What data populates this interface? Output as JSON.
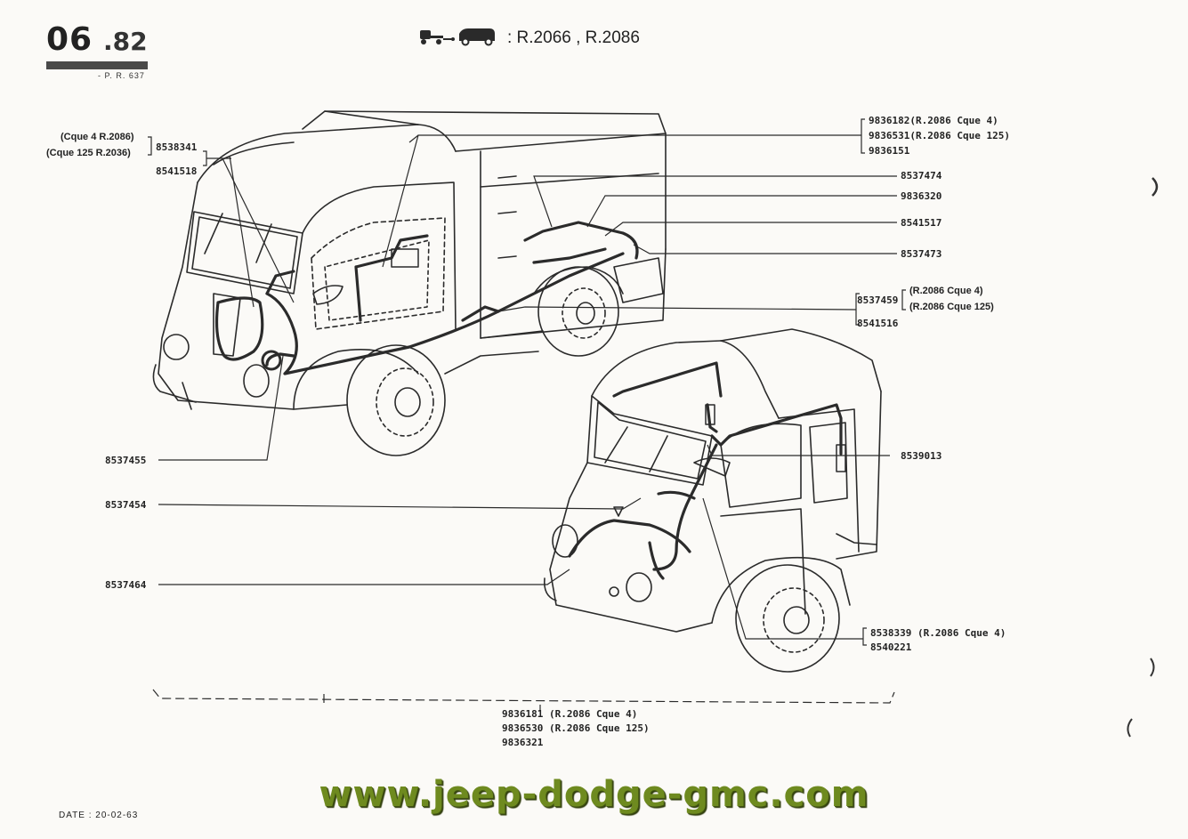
{
  "header": {
    "section_number": "06",
    "section_sub": ".82",
    "reference": "- P. R. 637",
    "models": ": R.2066 , R.2086"
  },
  "callouts_left": {
    "top_group": {
      "note_1": "(Cque 4 R.2086)",
      "note_2": "(Cque 125 R.2036)",
      "part_1": "8538341",
      "part_2": "8541518"
    },
    "part_8537455": "8537455",
    "part_8537454": "8537454",
    "part_8537464": "8537464"
  },
  "callouts_right": {
    "group_a": {
      "line_1": "9836182(R.2086 Cque 4)",
      "line_2": "9836531(R.2086 Cque 125)",
      "line_3": "9836151"
    },
    "part_8537474": "8537474",
    "part_9836320": "9836320",
    "part_8541517": "8541517",
    "part_8537473": "8537473",
    "group_b": {
      "part_1": "8537459",
      "part_2": "8541516",
      "note_1": "(R.2086 Cque 4)",
      "note_2": "(R.2086 Cque 125)"
    },
    "part_8539013": "8539013",
    "group_c": {
      "line_1": "8538339 (R.2086 Cque 4)",
      "line_2": "8540221"
    }
  },
  "callouts_bottom": {
    "line_1": "9836181 (R.2086 Cque 4)",
    "line_2": "9836530 (R.2086 Cque 125)",
    "line_3": "9836321"
  },
  "footer": {
    "date": "DATE : 20-02-63",
    "watermark": "www.jeep-dodge-gmc.com"
  },
  "icons": [
    "truck-icon",
    "van-icon"
  ]
}
